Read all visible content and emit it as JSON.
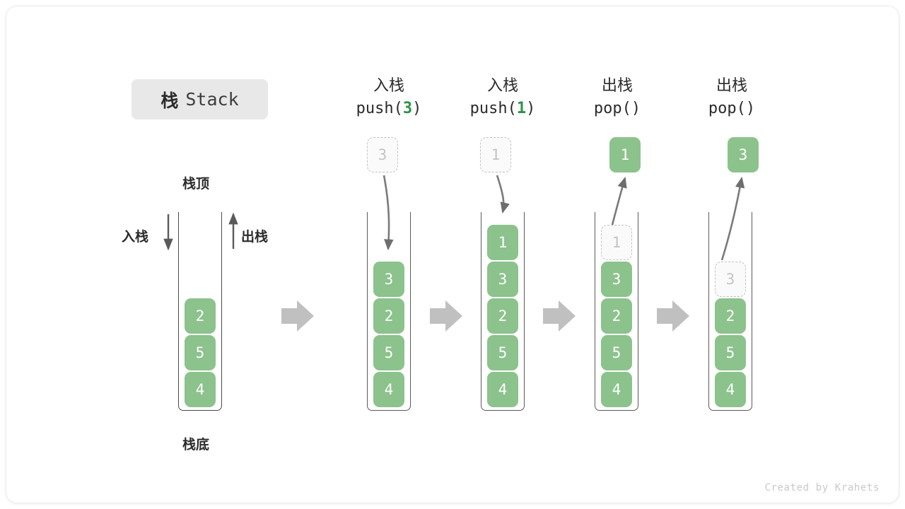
{
  "title": {
    "cn": "栈",
    "en": "Stack"
  },
  "footer": "Created by Krahets",
  "colors": {
    "cell_fill": "#8cc28c",
    "cell_text": "#ffffff",
    "ghost_border": "#c2c2c2",
    "ghost_text": "#c4c4c4",
    "accent_green": "#2e9147",
    "arrow_gray": "#6e6e6e",
    "block_arrow_gray": "#c0c0c0",
    "badge_bg": "#e8e8e8",
    "text": "#2b2b2b"
  },
  "legend": {
    "top_label": "栈顶",
    "bottom_label": "栈底",
    "push_label": "入栈",
    "pop_label": "出栈"
  },
  "columns": [
    {
      "id": "initial",
      "heading_cn": "",
      "heading_fn": "",
      "values": [
        "2",
        "5",
        "4"
      ],
      "ghost": null,
      "popped": null
    },
    {
      "id": "push-3",
      "heading_cn": "入栈",
      "heading_fn_prefix": "push(",
      "heading_fn_num": "3",
      "heading_fn_suffix": ")",
      "values": [
        "3",
        "2",
        "5",
        "4"
      ],
      "ghost": "3",
      "popped": null
    },
    {
      "id": "push-1",
      "heading_cn": "入栈",
      "heading_fn_prefix": "push(",
      "heading_fn_num": "1",
      "heading_fn_suffix": ")",
      "values": [
        "1",
        "3",
        "2",
        "5",
        "4"
      ],
      "ghost": "1",
      "popped": null
    },
    {
      "id": "pop-1",
      "heading_cn": "出栈",
      "heading_fn_prefix": "pop(",
      "heading_fn_num": "",
      "heading_fn_suffix": ")",
      "values": [
        "3",
        "2",
        "5",
        "4"
      ],
      "ghost_in_stack": "1",
      "popped": "1"
    },
    {
      "id": "pop-3",
      "heading_cn": "出栈",
      "heading_fn_prefix": "pop(",
      "heading_fn_num": "",
      "heading_fn_suffix": ")",
      "values": [
        "2",
        "5",
        "4"
      ],
      "ghost_in_stack": "3",
      "popped": "3"
    }
  ],
  "cells": {
    "c0_0": "2",
    "c0_1": "5",
    "c0_2": "4",
    "c1_ghost": "3",
    "c1_0": "3",
    "c1_1": "2",
    "c1_2": "5",
    "c1_3": "4",
    "c2_ghost": "1",
    "c2_0": "1",
    "c2_1": "3",
    "c2_2": "2",
    "c2_3": "5",
    "c2_4": "4",
    "c3_popped": "1",
    "c3_ghost": "1",
    "c3_0": "3",
    "c3_1": "2",
    "c3_2": "5",
    "c3_3": "4",
    "c4_popped": "3",
    "c4_ghost": "3",
    "c4_0": "2",
    "c4_1": "5",
    "c4_2": "4"
  },
  "headings": {
    "h1_cn": "入栈",
    "h1_fn_a": "push(",
    "h1_fn_n": "3",
    "h1_fn_b": ")",
    "h2_cn": "入栈",
    "h2_fn_a": "push(",
    "h2_fn_n": "1",
    "h2_fn_b": ")",
    "h3_cn": "出栈",
    "h3_fn_a": "pop(",
    "h3_fn_n": "",
    "h3_fn_b": ")",
    "h4_cn": "出栈",
    "h4_fn_a": "pop(",
    "h4_fn_n": "",
    "h4_fn_b": ")"
  }
}
